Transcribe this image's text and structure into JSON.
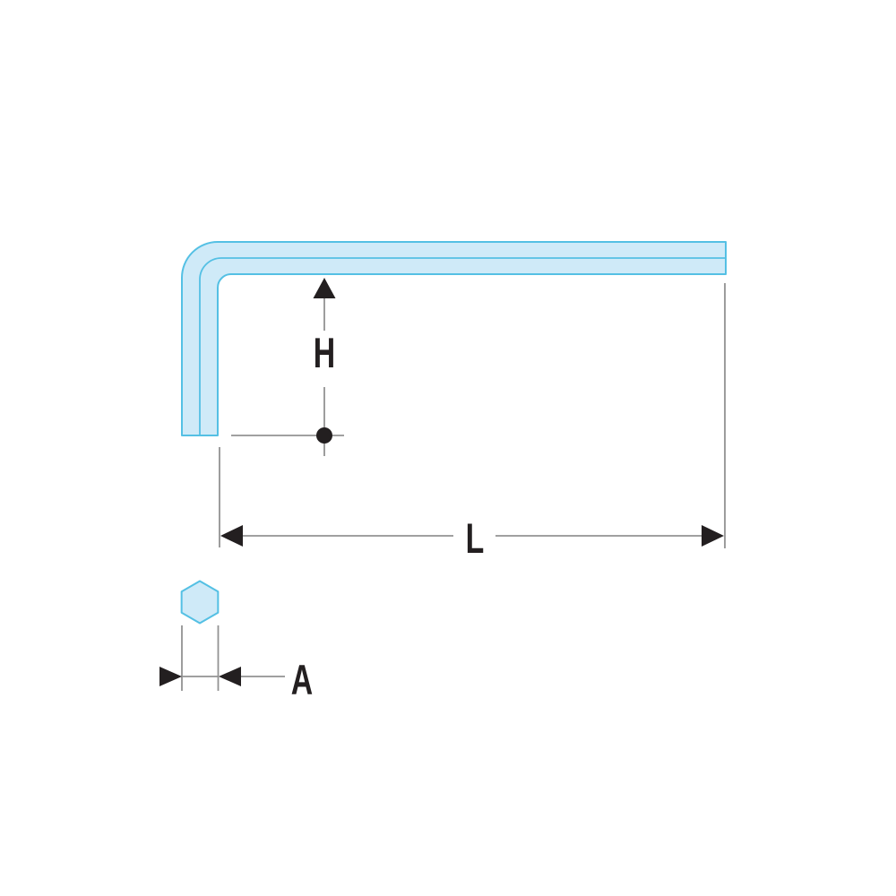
{
  "diagram": {
    "labels": {
      "height": "H",
      "length": "L",
      "across_flats": "A"
    },
    "colors": {
      "background": "#ffffff",
      "key_fill": "#cfeaf8",
      "key_stroke": "#54c0e4",
      "dimension_line": "#929292",
      "annotation": "#231f20"
    }
  }
}
